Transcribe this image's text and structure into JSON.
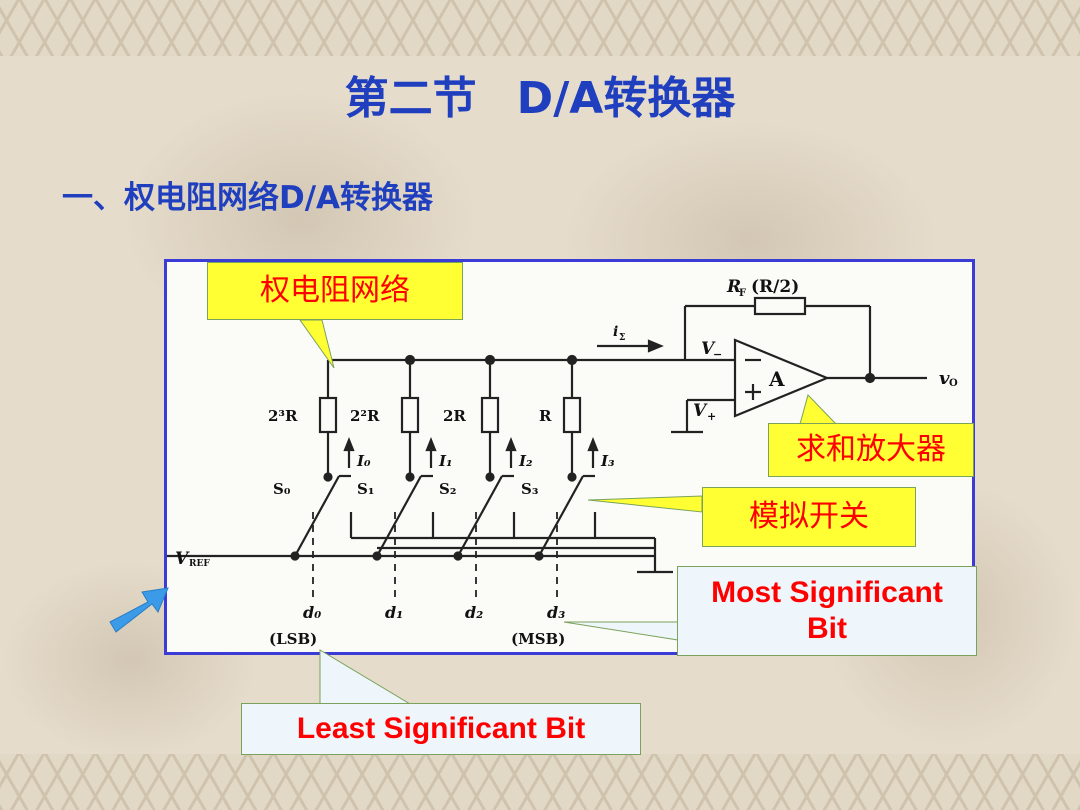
{
  "slide": {
    "title_part1": "第二节",
    "title_part2": "D/A转换器",
    "subtitle": "一、权电阻网络D/A转换器"
  },
  "callouts": {
    "resistor_network": "权电阻网络",
    "summing_amplifier": "求和放大器",
    "analog_switch": "模拟开关",
    "msb_line1": "Most Significant",
    "msb_line2": "Bit",
    "lsb": "Least Significant Bit"
  },
  "circuit": {
    "rf_label": "R",
    "rf_sub": "F",
    "rf_value": "(R/2)",
    "i_sigma": "i",
    "i_sigma_sub": "Σ",
    "v_minus": "V",
    "v_minus_sub": "−",
    "v_plus": "V",
    "v_plus_sub": "+",
    "amp_label": "A",
    "vo": "v",
    "vo_sub": "O",
    "vref": "V",
    "vref_sub": "REF",
    "resistors": [
      "2³R",
      "2²R",
      "2R",
      "R"
    ],
    "currents": [
      "I₀",
      "I₁",
      "I₂",
      "I₃"
    ],
    "switches": [
      "S₀",
      "S₁",
      "S₂",
      "S₃"
    ],
    "bits": [
      "d₀",
      "d₁",
      "d₂",
      "d₃"
    ],
    "lsb_tag": "(LSB)",
    "msb_tag": "(MSB)"
  },
  "colors": {
    "title": "#1f3fbf",
    "callout_yellow": "#ffff33",
    "callout_text": "#ff0000",
    "frame_border": "#3b3bd6",
    "pointer_arrow": "#3b9be8"
  }
}
